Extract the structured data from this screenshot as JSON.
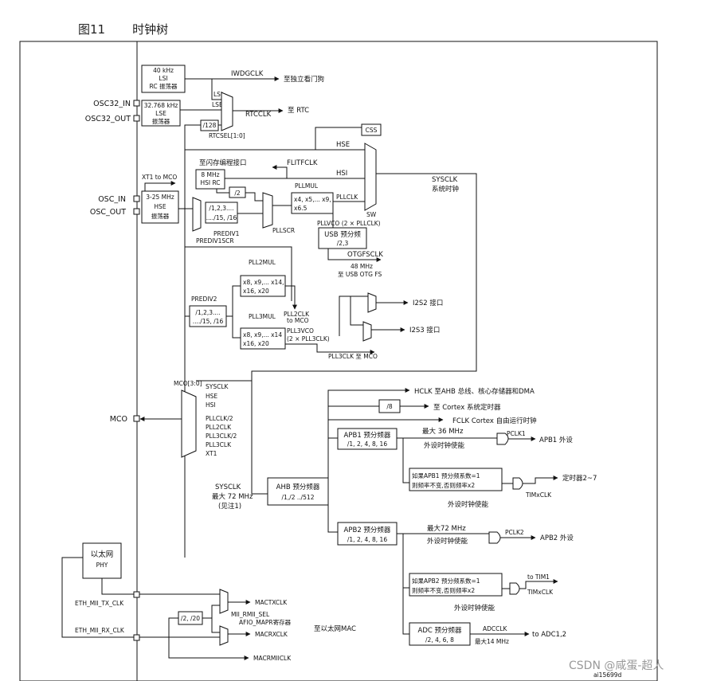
{
  "caption": {
    "figure": "图11",
    "title": "时钟树"
  },
  "lsi": {
    "line1": "40 kHz",
    "line2": "LSI",
    "line3": "RC 振荡器"
  },
  "iwdg": {
    "signal": "IWDGCLK",
    "dest": "至独立看门狗"
  },
  "lse": {
    "line1": "32.768 kHz",
    "line2": "LSE",
    "line3": "振荡器"
  },
  "pins": {
    "osc32_in": "OSC32_IN",
    "osc32_out": "OSC32_OUT",
    "osc_in": "OSC_IN",
    "osc_out": "OSC_OUT",
    "mco": "MCO"
  },
  "rtc": {
    "lsi": "LSI",
    "lse": "LSE",
    "div128": "/128",
    "rtcclk": "RTCCLK",
    "dest": "至 RTC",
    "sel": "RTCSEL[1:0]"
  },
  "css": "CSS",
  "hse_label": "HSE",
  "flitf": {
    "dest": "至闪存编程接口",
    "signal": "FLITFCLK"
  },
  "hsi_label": "HSI",
  "hsirc": {
    "line1": "8 MHz",
    "line2": "HSI RC"
  },
  "xt1": "XT1 to MCO",
  "hse_osc": {
    "line1": "3-25 MHz",
    "line2": "HSE",
    "line3": "振荡器"
  },
  "div2": "/2",
  "pllmul": {
    "title": "PLLMUL",
    "line1": "x4, x5,... x9,",
    "line2": "x6.5",
    "pllclk": "PLLCLK"
  },
  "sysclk_top": {
    "line1": "SYSCLK",
    "line2": "系统时钟"
  },
  "sw": "SW",
  "prediv1": {
    "line1": "/1,2,3....",
    "line2": "..../15, /16",
    "title": "PREDIV1",
    "scr": "PREDIV1SCR",
    "pllscr": "PLLSCR"
  },
  "pllvco": "PLLVCO (2 × PLLCLK)",
  "usb": {
    "line1": "USB 预分频",
    "line2": "/2,3",
    "otg": "OTGFSCLK",
    "freq": "48 MHz",
    "dest": "至 USB OTG FS"
  },
  "pll2": {
    "title": "PLL2MUL",
    "line1": "x8, x9,... x14,",
    "line2": "x16, x20",
    "clk": "PLL2CLK",
    "to": "to MCO"
  },
  "prediv2": {
    "title": "PREDIV2",
    "line1": "/1,2,3....",
    "line2": "..../15, /16"
  },
  "pll3": {
    "title": "PLL3MUL",
    "line1": "x8, x9,... x14",
    "line2": "x16, x20",
    "vco": "PLL3VCO",
    "vco2": "(2 × PLL3CLK)",
    "clk": "PLL3CLK 至 MCO"
  },
  "i2s": {
    "i2s2": "I2S2 接口",
    "i2s3": "I2S3 接口"
  },
  "mco_mux": {
    "title": "MCO[3:0]",
    "items": [
      "SYSCLK",
      "HSE",
      "HSI",
      "PLLCLK/2",
      "PLL2CLK",
      "PLL3CLK/2",
      "PLL3CLK",
      "XT1"
    ]
  },
  "hclk": "HCLK 至AHB 总线、核心存储器和DMA",
  "div8": "/8",
  "cortex": "至 Cortex 系统定时器",
  "fclk": "FCLK Cortex 自由运行时钟",
  "apb1": {
    "line1": "APB1 预分频器",
    "line2": "/1, 2, 4, 8, 16",
    "max": "最大 36 MHz",
    "enable": "外设时钟使能",
    "pclk": "PCLK1",
    "dest": "APB1 外设"
  },
  "tim1": {
    "line1": "如果APB1 预分频系数=1",
    "line2": "则频率不变,否则频率x2",
    "out": "TIMxCLK",
    "dest": "定时器2~7",
    "enable": "外设时钟使能"
  },
  "sysclk_ahb": {
    "line1": "SYSCLK",
    "line2": "最大 72 MHz",
    "line3": "(见注1)"
  },
  "ahb": {
    "line1": "AHB 预分频器",
    "line2": "/1,/2 ../512"
  },
  "apb2": {
    "line1": "APB2 预分频器",
    "line2": "/1, 2, 4, 8, 16",
    "max": "最大72 MHz",
    "enable": "外设时钟使能",
    "pclk": "PCLK2",
    "dest": "APB2 外设"
  },
  "tim2": {
    "line1": "如果APB2 预分频系数=1",
    "line2": "则频率不变,否则频率x2",
    "to": "to TIM1",
    "out": "TIMxCLK",
    "enable": "外设时钟使能"
  },
  "adc": {
    "line1": "ADC 预分频器",
    "line2": "/2, 4, 6, 8",
    "clk": "ADCCLK",
    "max": "最大14 MHz",
    "dest": "to ADC1,2"
  },
  "eth": {
    "phy1": "以太网",
    "phy2": "PHY",
    "tx": "ETH_MII_TX_CLK",
    "rx": "ETH_MII_RX_CLK",
    "div": "/2, /20",
    "mactx": "MACTXCLK",
    "sel1": "MII_RMII_SEL",
    "sel2": "AFIO_MAPR寄存器",
    "macrx": "MACRXCLK",
    "macrmii": "MACRMIICLK",
    "dest": "至以太网MAC"
  },
  "ref": "ai15699d",
  "watermark": "CSDN @咸蛋-超人"
}
